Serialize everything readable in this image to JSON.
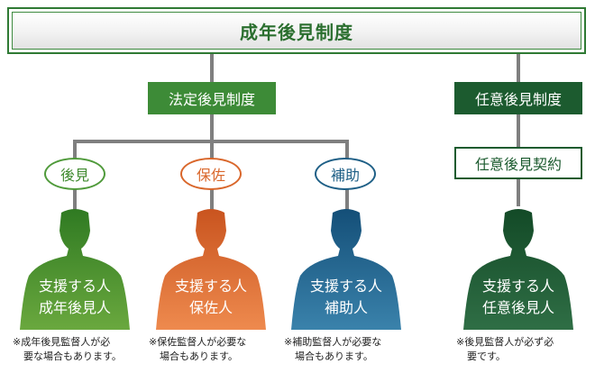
{
  "title": "成年後見制度",
  "categories": {
    "statutory": "法定後見制度",
    "voluntary": "任意後見制度",
    "voluntary_contract": "任意後見契約"
  },
  "types": [
    {
      "label": "後見",
      "color": "#4f9a3a"
    },
    {
      "label": "保佐",
      "color": "#d9662a"
    },
    {
      "label": "補助",
      "color": "#1e5f86"
    }
  ],
  "persons": [
    {
      "line1": "支援する人",
      "line2": "成年後見人",
      "color": "#4f9a3a"
    },
    {
      "line1": "支援する人",
      "line2": "保佐人",
      "color": "#e07a3a"
    },
    {
      "line1": "支援する人",
      "line2": "補助人",
      "color": "#2a6d92"
    },
    {
      "line1": "支援する人",
      "line2": "任意後見人",
      "color": "#1f5d34"
    }
  ],
  "notes": [
    {
      "line1": "※成年後見監督人が必",
      "line2": "要な場合もあります。"
    },
    {
      "line1": "※保佐監督人が必要な",
      "line2": "場合もあります。"
    },
    {
      "line1": "※補助監督人が必要な",
      "line2": "場合もあります。"
    },
    {
      "line1": "※後見監督人が必ず必",
      "line2": "要です。"
    }
  ]
}
